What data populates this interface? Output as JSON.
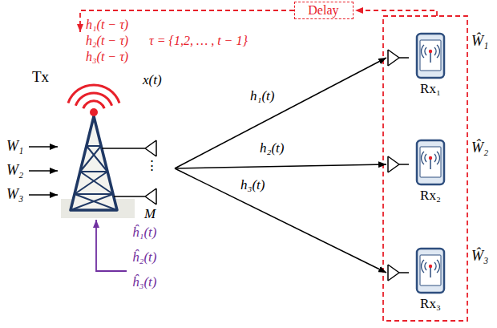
{
  "diagram": {
    "nodes": [
      {
        "text": [
          "Tx"
        ]
      },
      {
        "text": [
          "Delay"
        ]
      },
      {
        "text": [
          "Rx₁",
          "Ŵ₁"
        ]
      },
      {
        "text": [
          "Rx₂",
          "Ŵ₂"
        ]
      },
      {
        "text": [
          "Rx₃",
          "Ŵ₃"
        ]
      }
    ],
    "edges": [
      {
        "from": 0,
        "to": 2,
        "label": "h₁(t)",
        "arrow": "to"
      },
      {
        "from": 0,
        "to": 3,
        "label": "h₂(t)",
        "arrow": "to"
      },
      {
        "from": 0,
        "to": 4,
        "label": "h₃(t)",
        "arrow": "to"
      },
      {
        "from": 1,
        "to": 0,
        "arrow": "to"
      }
    ],
    "labels": [
      "h₁(t − τ)",
      "h₂(t − τ)",
      "τ = {1,2, … , t − 1}",
      "h₃(t − τ)",
      "x(t)",
      "W₁",
      "W₂",
      "W₃",
      "⋮",
      "M",
      "ĥ₁(t)",
      "ĥ₂(t)",
      "ĥ₃(t)"
    ]
  }
}
